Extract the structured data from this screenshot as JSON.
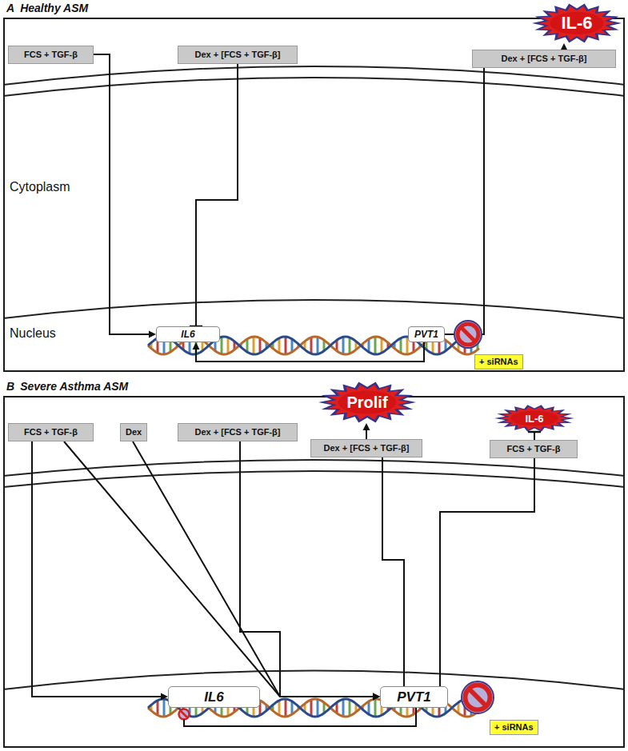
{
  "diagram": {
    "nodes": [
      {
        "text": [
          "A",
          "Healthy ASM"
        ]
      },
      {
        "text": [
          "FCS + TGF-β"
        ],
        "in": 0
      },
      {
        "text": [
          "Dex + [FCS + TGF-β]"
        ],
        "in": 0
      },
      {
        "text": [
          "IL-6"
        ],
        "in": 0
      },
      {
        "text": [
          "Dex + [FCS + TGF-β]"
        ],
        "in": 0
      },
      {
        "text": [
          "IL6"
        ],
        "in": 0
      },
      {
        "text": [
          "PVT1"
        ],
        "in": 0
      },
      {
        "text": [
          "+ siRNAs"
        ],
        "in": 0
      },
      {
        "text": [
          "B",
          "Severe Asthma ASM"
        ]
      },
      {
        "text": [
          "FCS + TGF-β"
        ],
        "in": 8
      },
      {
        "text": [
          "Dex"
        ],
        "in": 8
      },
      {
        "text": [
          "Dex + [FCS + TGF-β]"
        ],
        "in": 8
      },
      {
        "text": [
          "Prolif"
        ],
        "in": 8
      },
      {
        "text": [
          "Dex + [FCS + TGF-β]"
        ],
        "in": 8
      },
      {
        "text": [
          "IL-6"
        ],
        "in": 8
      },
      {
        "text": [
          "FCS + TGF-β"
        ],
        "in": 8
      },
      {
        "text": [
          "IL6"
        ],
        "in": 8
      },
      {
        "text": [
          "PVT1"
        ],
        "in": 8
      },
      {
        "text": [
          "+ siRNAs"
        ],
        "in": 8
      }
    ],
    "edges": [
      {
        "from": 1,
        "to": 5,
        "arrow": "to"
      },
      {
        "from": 2,
        "to": 5,
        "arrow": "to"
      },
      {
        "from": 6,
        "to": 5,
        "arrow": "to"
      },
      {
        "from": 6,
        "to": 4,
        "arrow": "none"
      },
      {
        "from": 4,
        "to": 3,
        "arrow": "to"
      },
      {
        "from": 9,
        "to": 16,
        "arrow": "to"
      },
      {
        "from": 9,
        "to": 17,
        "arrow": "to"
      },
      {
        "from": 10,
        "to": 17,
        "arrow": "to"
      },
      {
        "from": 11,
        "to": 17,
        "arrow": "to"
      },
      {
        "from": 17,
        "to": 13,
        "arrow": "none"
      },
      {
        "from": 13,
        "to": 12,
        "arrow": "to"
      },
      {
        "from": 17,
        "to": 15,
        "arrow": "none"
      },
      {
        "from": 15,
        "to": 14,
        "arrow": "to"
      },
      {
        "from": 17,
        "to": 16,
        "arrow": "to"
      }
    ],
    "labels": [
      "Cytoplasm",
      "Nucleus"
    ]
  }
}
